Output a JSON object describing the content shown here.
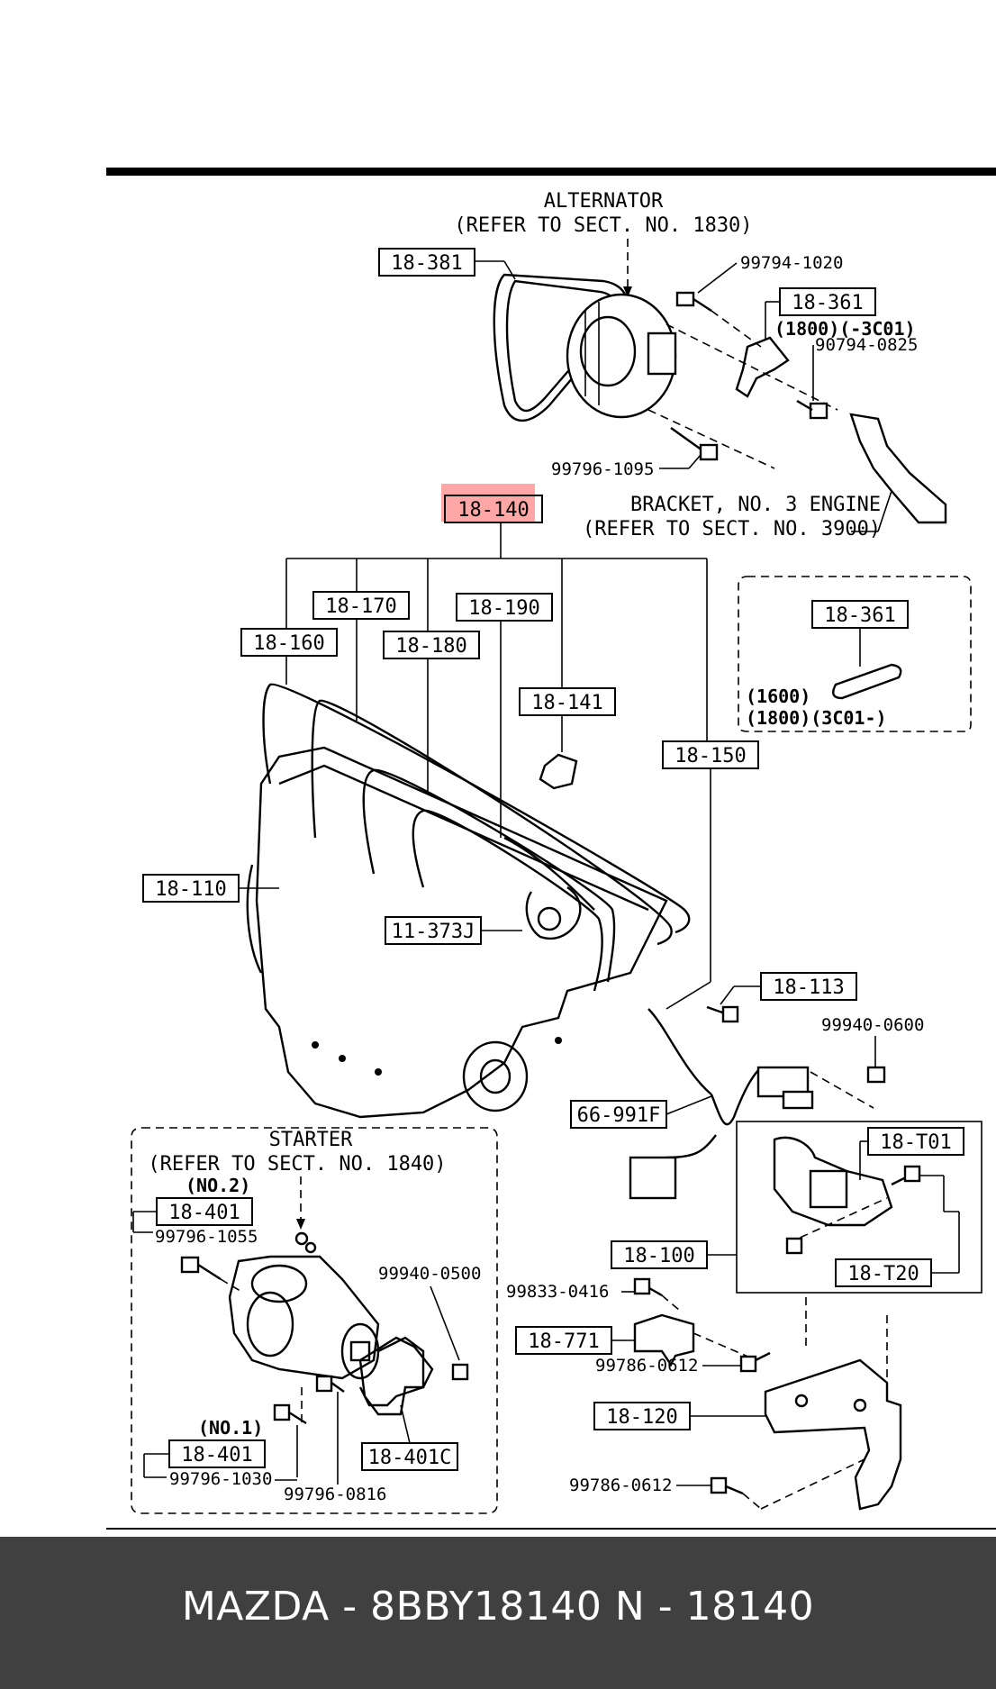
{
  "diagram": {
    "alternator": {
      "title": "ALTERNATOR",
      "ref": "(REFER TO SECT. NO. 1830)"
    },
    "bracket": {
      "title": "BRACKET, NO. 3 ENGINE",
      "ref": "(REFER TO SECT. NO. 3900)"
    },
    "starter": {
      "title": "STARTER",
      "ref": "(REFER TO SECT. NO. 1840)"
    },
    "part_labels": {
      "p18_381": "18-381",
      "p18_361a": "18-361",
      "p18_140": "18-140",
      "p18_170": "18-170",
      "p18_190": "18-190",
      "p18_160": "18-160",
      "p18_180": "18-180",
      "p18_141": "18-141",
      "p18_361b": "18-361",
      "p18_150": "18-150",
      "p18_110": "18-110",
      "p11_373j": "11-373J",
      "p18_113": "18-113",
      "p66_991f": "66-991F",
      "p18_t01": "18-T01",
      "p18_401a": "18-401",
      "p18_100": "18-100",
      "p18_t20": "18-T20",
      "p18_771": "18-771",
      "p18_120": "18-120",
      "p18_401b": "18-401",
      "p18_401c": "18-401C"
    },
    "bolt_labels": {
      "b99794_1020": "99794-1020",
      "b90794_0825": "90794-0825",
      "b99796_1095": "99796-1095",
      "b99940_0600": "99940-0600",
      "b99796_1055": "99796-1055",
      "b99940_0500": "99940-0500",
      "b99833_0416": "99833-0416",
      "b99786_0612a": "99786-0612",
      "b99786_0612b": "99786-0612",
      "b99796_1030": "99796-1030",
      "b99796_0816": "99796-0816"
    },
    "notes": {
      "n1800_3c01": "(1800)(-3C01)",
      "n1600": "(1600)",
      "n1800_3c01b": "(1800)(3C01-)",
      "no2": "(NO.2)",
      "no1": "(NO.1)"
    },
    "highlight_color": "#ff0000"
  },
  "footer": {
    "text": "MAZDA - 8BBY18140   N - 18140",
    "background": "#404040"
  }
}
